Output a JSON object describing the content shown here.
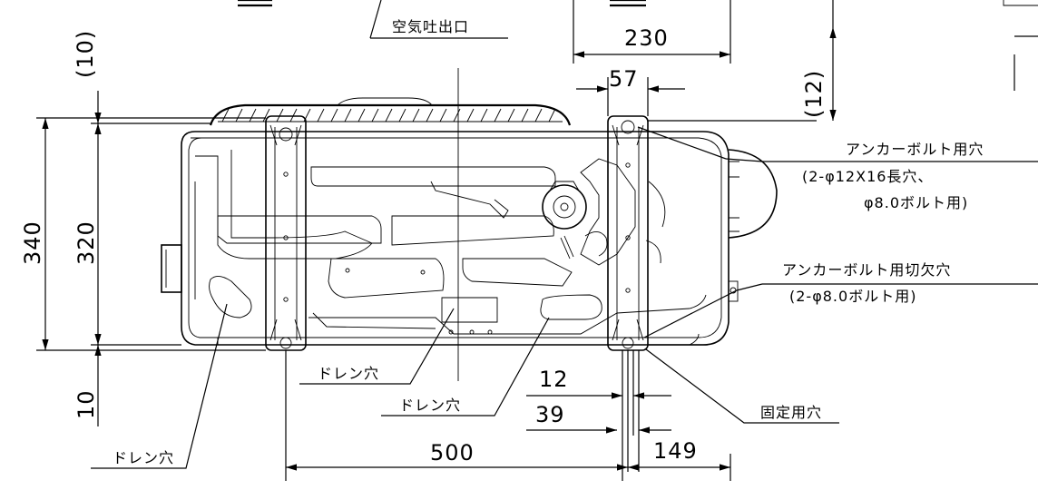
{
  "dimensions": {
    "d10_top": "(10)",
    "d230": "230",
    "d57": "57",
    "d12_right": "(12)",
    "d340": "340",
    "d320": "320",
    "d10_bottom": "10",
    "d12": "12",
    "d39": "39",
    "d500": "500",
    "d149": "149"
  },
  "labels": {
    "air_outlet": "空気吐出口",
    "anchor_bolt_hole": "アンカーボルト用穴",
    "anchor_bolt_hole_spec1": "(2-φ12X16長穴、",
    "anchor_bolt_hole_spec2": "φ8.0ボルト用)",
    "anchor_notch_hole": "アンカーボルト用切欠穴",
    "anchor_notch_hole_spec": "(2-φ8.0ボルト用)",
    "drain_hole_1": "ドレン穴",
    "drain_hole_2": "ドレン穴",
    "drain_hole_3": "ドレン穴",
    "fixing_hole": "固定用穴"
  }
}
